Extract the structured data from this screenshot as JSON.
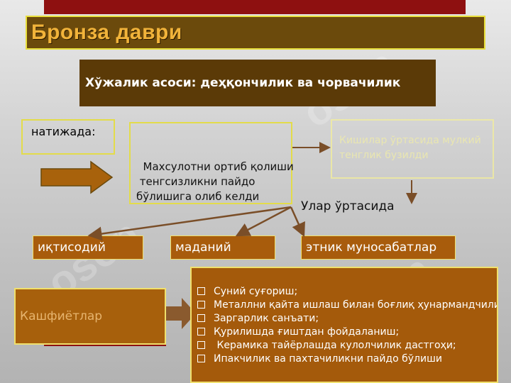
{
  "colors": {
    "title_bg": "#6b4a0c",
    "title_text": "#f1b33a",
    "frame_border": "#e8df3c",
    "basis_bg": "#5b3a07",
    "category_bg": "#a85c0c",
    "list_bg": "#a45a0b",
    "top_band": "#8e1010",
    "connector": "#7a4e28"
  },
  "watermark": "oson",
  "slide": {
    "title": "Бронза даври",
    "basis": "Хўжалик асоси: деҳқончилик ва чорвачилик",
    "result_label": "натижада:",
    "product_text": "Махсулотни ортиб қолиши\n тенгсизликни пайдо\nбўлишига олиб келди",
    "faded_text": "Кишилар ўртасида мулкий\nтенглик бузилди",
    "between_label": "Улар ўртасида",
    "categories": [
      "иқтисодий",
      "маданий",
      "этник муносабатлар"
    ],
    "discoveries_label": "Кашфиётлар",
    "discoveries": [
      "Суний суғориш;",
      "Металлни қайта ишлаш билан боғлиқ ҳунармандчилик",
      "Заргарлик санъати;",
      "Қурилишда ғиштдан фойдаланиш;",
      " Керамика тайёрлашда кулолчилик дастгоҳи;",
      "Ипакчилик ва пахтачиликни пайдо бўлиши"
    ]
  }
}
